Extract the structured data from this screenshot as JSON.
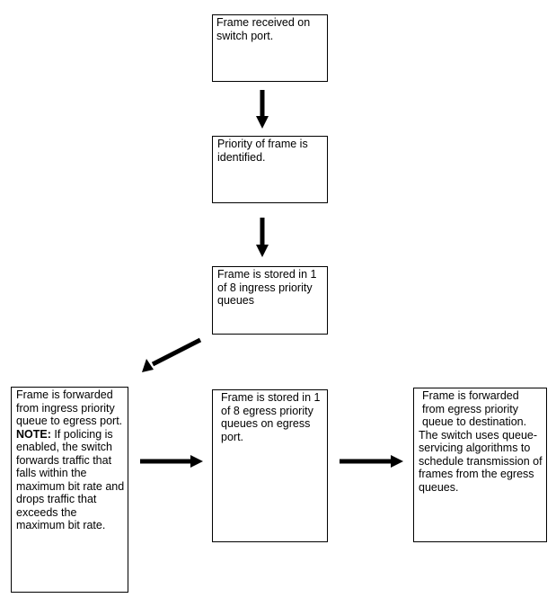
{
  "diagram": {
    "nodes": {
      "frame_received": {
        "text": "Frame received on switch port."
      },
      "priority_identified": {
        "text": "Priority of frame is identified."
      },
      "ingress_stored": {
        "text": "Frame is stored in 1 of 8 ingress priority queues"
      },
      "forwarded_to_egress": {
        "text": "Frame is forwarded from ingress priority queue to egress port.",
        "note_label": "NOTE:",
        "note_text": "If policing is enabled, the switch forwards traffic that falls within the maximum bit rate and drops traffic that exceeds the maximum bit rate."
      },
      "egress_stored": {
        "text": "Frame is stored in 1 of 8 egress priority queues on egress port."
      },
      "forwarded_to_destination": {
        "text": "Frame is forwarded from egress priority queue to destination.",
        "detail": "The switch uses queue-servicing algorithms to schedule transmission of frames from the egress queues."
      }
    },
    "edges": [
      {
        "from": "frame_received",
        "to": "priority_identified"
      },
      {
        "from": "priority_identified",
        "to": "ingress_stored"
      },
      {
        "from": "ingress_stored",
        "to": "forwarded_to_egress"
      },
      {
        "from": "forwarded_to_egress",
        "to": "egress_stored"
      },
      {
        "from": "egress_stored",
        "to": "forwarded_to_destination"
      }
    ],
    "colors": {
      "stroke": "#000000",
      "background": "#ffffff"
    }
  }
}
